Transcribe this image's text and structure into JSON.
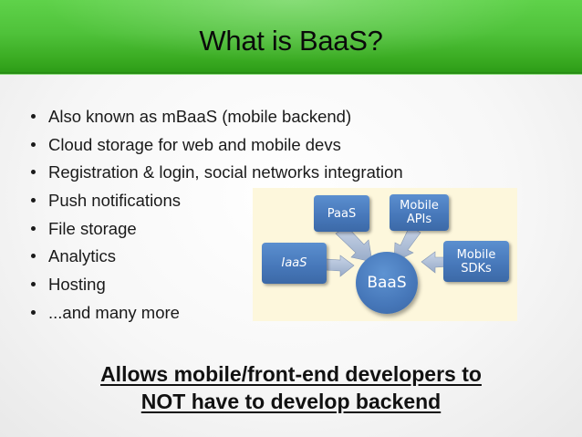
{
  "slide": {
    "title": "What is BaaS?",
    "header_color": "#4fc23a",
    "bullets": [
      "Also known as mBaaS (mobile backend)",
      "Cloud storage for web and mobile devs",
      "Registration & login, social networks integration",
      "Push notifications",
      "File storage",
      "Analytics",
      "Hosting",
      "...and many more"
    ],
    "diagram": {
      "center": "BaaS",
      "nodes": {
        "iaas": "IaaS",
        "paas": "PaaS",
        "mobile_apis_line1": "Mobile",
        "mobile_apis_line2": "APIs",
        "mobile_sdks_line1": "Mobile",
        "mobile_sdks_line2": "SDKs"
      },
      "box_color": "#4677b9",
      "background_color": "#fdf7dc"
    },
    "tagline_line1": "Allows mobile/front-end developers to",
    "tagline_line2": "NOT have to develop backend"
  }
}
